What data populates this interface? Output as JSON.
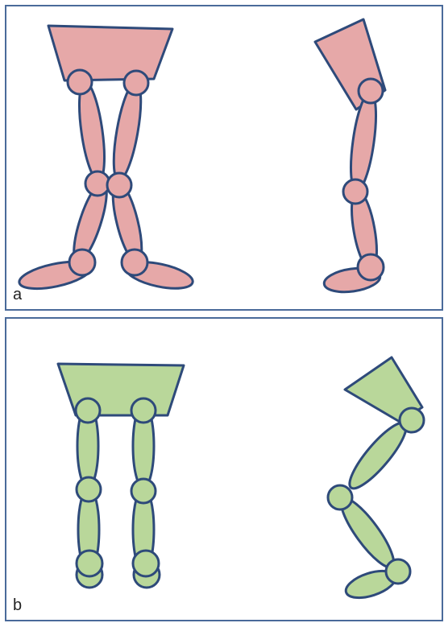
{
  "panels": [
    {
      "id": "a",
      "label": "a"
    },
    {
      "id": "b",
      "label": "b"
    }
  ],
  "colors": {
    "pink_fill": "#e6a8a8",
    "green_fill": "#b9d79a",
    "outline": "#2e4a7a",
    "frame": "#4a6a9a"
  }
}
